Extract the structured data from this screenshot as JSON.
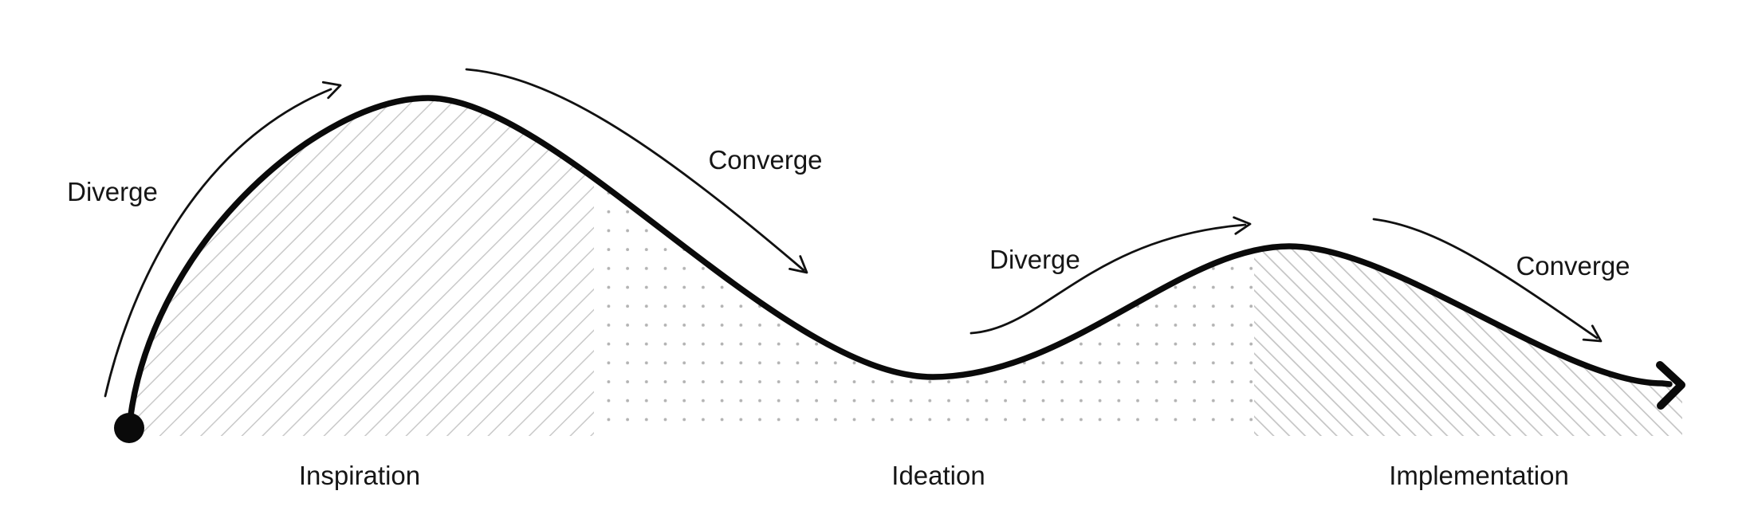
{
  "diagram": {
    "colors": {
      "background": "#ffffff",
      "curve": "#0a0a0a",
      "hatch_gray": "#c9c9c9",
      "hatch_gray_dense": "#c4c4c4",
      "dot_gray": "#b3b3b3",
      "text": "#161616"
    },
    "phases": [
      {
        "label": "Inspiration",
        "pattern": "diagonal-hatch-forward"
      },
      {
        "label": "Ideation",
        "pattern": "dot-grid"
      },
      {
        "label": "Implementation",
        "pattern": "diagonal-hatch-backward"
      }
    ],
    "annotations": [
      {
        "label": "Diverge"
      },
      {
        "label": "Converge"
      },
      {
        "label": "Diverge"
      },
      {
        "label": "Converge"
      }
    ]
  }
}
